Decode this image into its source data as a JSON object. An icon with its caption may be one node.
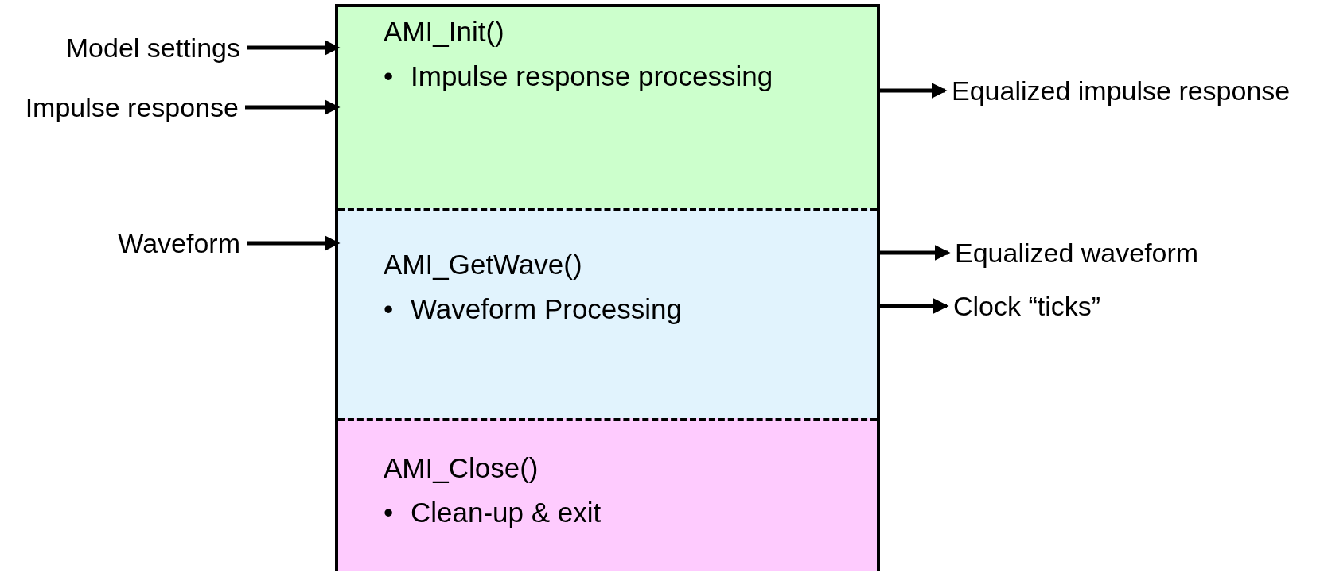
{
  "diagram": {
    "nodes": [
      {
        "text": [],
        "shape": "box"
      },
      {
        "text": [
          "AMI_Init()",
          "•",
          "Impulse response processing"
        ],
        "in": 0
      },
      {
        "text": [
          "AMI_GetWave()",
          "•",
          "Waveform Processing"
        ],
        "in": 0
      },
      {
        "text": [
          "AMI_Close()",
          "•",
          "Clean-up & exit"
        ],
        "in": 0
      },
      {
        "text": [
          "Model settings"
        ]
      },
      {
        "text": [
          "Impulse response"
        ]
      },
      {
        "text": [
          "Waveform"
        ]
      },
      {
        "text": [
          "Equalized impulse response"
        ]
      },
      {
        "text": [
          "Equalized waveform"
        ]
      },
      {
        "text": [
          "Clock “ticks”"
        ]
      }
    ],
    "edges": [
      {
        "from": 4,
        "to": 1,
        "arrow": "to"
      },
      {
        "from": 5,
        "to": 1,
        "arrow": "to"
      },
      {
        "from": 6,
        "to": 2,
        "arrow": "to"
      },
      {
        "from": 1,
        "to": 7,
        "arrow": "to"
      },
      {
        "from": 2,
        "to": 8,
        "arrow": "to"
      },
      {
        "from": 2,
        "to": 9,
        "arrow": "to"
      }
    ]
  }
}
